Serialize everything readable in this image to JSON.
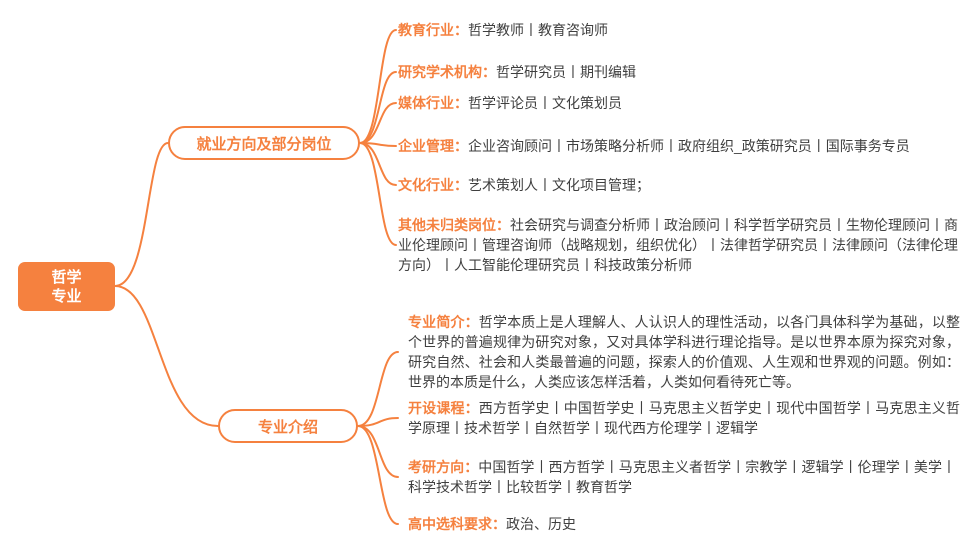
{
  "colors": {
    "accent": "#F5813F",
    "text": "#3F3F3F",
    "root_text": "#FFFFFF",
    "background": "#FFFFFF"
  },
  "root": {
    "lines": [
      "哲学",
      "专业"
    ]
  },
  "branches": [
    {
      "label": "就业方向及部分岗位",
      "items": [
        {
          "label": "教育行业：",
          "text": "哲学教师丨教育咨询师"
        },
        {
          "label": "研究学术机构：",
          "text": "哲学研究员丨期刊编辑"
        },
        {
          "label": "媒体行业：",
          "text": "哲学评论员丨文化策划员"
        },
        {
          "label": "企业管理：",
          "text": "企业咨询顾问丨市场策略分析师丨政府组织_政策研究员丨国际事务专员"
        },
        {
          "label": "文化行业：",
          "text": "艺术策划人丨文化项目管理；"
        },
        {
          "label": "其他未归类岗位：",
          "text": "社会研究与调查分析师丨政治顾问丨科学哲学研究员丨生物伦理顾问丨商业伦理顾问丨管理咨询师（战略规划，组织优化）丨法律哲学研究员丨法律顾问（法律伦理方向）丨人工智能伦理研究员丨科技政策分析师"
        }
      ]
    },
    {
      "label": "专业介绍",
      "items": [
        {
          "label": "专业简介：",
          "text": "哲学本质上是人理解人、人认识人的理性活动，以各门具体科学为基础，以整个世界的普遍规律为研究对象，又对具体学科进行理论指导。是以世界本原为探究对象，研究自然、社会和人类最普遍的问题，探索人的价值观、人生观和世界观的问题。例如：世界的本质是什么，人类应该怎样活着，人类如何看待死亡等。"
        },
        {
          "label": "开设课程：",
          "text": "西方哲学史丨中国哲学史丨马克思主义哲学史丨现代中国哲学丨马克思主义哲学原理丨技术哲学丨自然哲学丨现代西方伦理学丨逻辑学"
        },
        {
          "label": "考研方向：",
          "text": "中国哲学丨西方哲学丨马克思主义者哲学丨宗教学丨逻辑学丨伦理学丨美学丨科学技术哲学丨比较哲学丨教育哲学"
        },
        {
          "label": "高中选科要求：",
          "text": "政治、历史"
        }
      ]
    }
  ]
}
